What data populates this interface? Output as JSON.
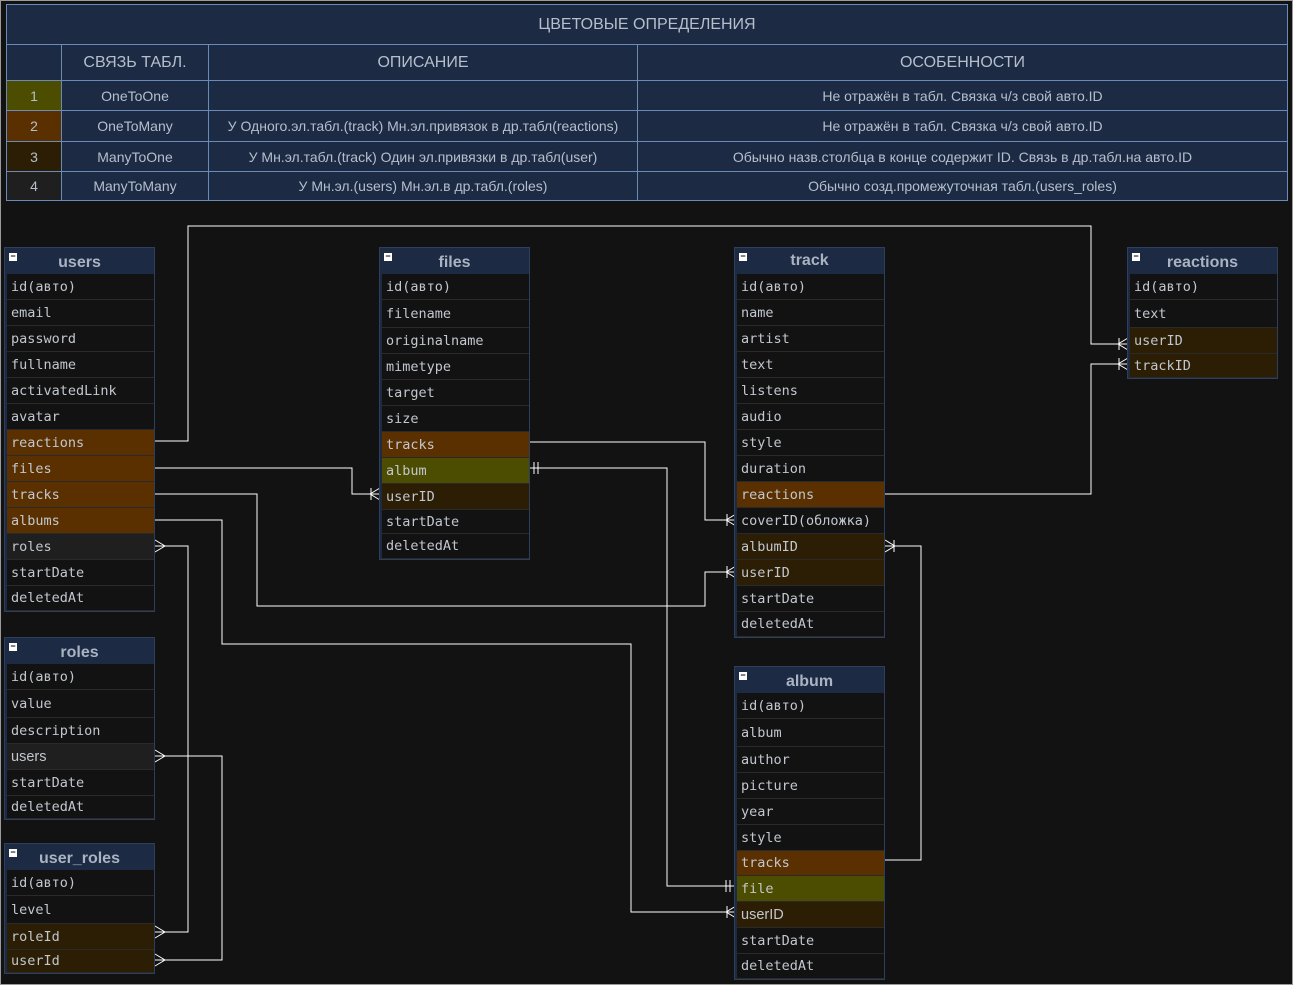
{
  "colors": {
    "background": "#121212",
    "table_header": "#1d2a44",
    "one_to_one": "#4c4d00",
    "one_to_many": "#5a3000",
    "many_to_one": "#2b1e05",
    "many_to_many": "#1f1f1f",
    "line": "#ffffff"
  },
  "legend": {
    "title": "ЦВЕТОВЫЕ ОПРЕДЕЛЕНИЯ",
    "headers": [
      "",
      "СВЯЗЬ ТАБЛ.",
      "ОПИСАНИЕ",
      "ОСОБЕННОСТИ"
    ],
    "rows": [
      {
        "num": "1",
        "relation": "OneToOne",
        "description": "",
        "features": "Не отражён в табл. Связка ч/з свой авто.ID"
      },
      {
        "num": "2",
        "relation": "OneToMany",
        "description": "У Одного.эл.табл.(track) Мн.эл.привязок в др.табл(reactions)",
        "features": "Не отражён в табл. Связка ч/з свой авто.ID"
      },
      {
        "num": "3",
        "relation": "ManyToOne",
        "description": "У Мн.эл.табл.(track) Один эл.привязки в др.табл(user)",
        "features": "Обычно назв.столбца в конце содержит ID. Связь в др.табл.на авто.ID"
      },
      {
        "num": "4",
        "relation": "ManyToMany",
        "description": "У Мн.эл.(users) Мн.эл.в др.табл.(roles)",
        "features": "Обычно созд.промежуточная табл.(users_roles)"
      }
    ]
  },
  "tables": {
    "users": {
      "name": "users",
      "fields": [
        "id(авто)",
        "email",
        "password",
        "fullname",
        "activatedLink",
        "avatar",
        "reactions",
        "files",
        "tracks",
        "albums",
        "roles",
        "startDate",
        "deletedAt"
      ]
    },
    "files": {
      "name": "files",
      "fields": [
        "id(авто)",
        "filename",
        "originalname",
        "mimetype",
        "target",
        "size",
        "tracks",
        "album",
        "userID",
        "startDate",
        "deletedAt"
      ]
    },
    "track": {
      "name": "track",
      "fields": [
        "id(авто)",
        "name",
        "artist",
        "text",
        "listens",
        "audio",
        "style",
        "duration",
        "reactions",
        "coverID(обложка)",
        "albumID",
        "userID",
        "startDate",
        "deletedAt"
      ]
    },
    "reactions": {
      "name": "reactions",
      "fields": [
        "id(авто)",
        "text",
        "userID",
        "trackID"
      ]
    },
    "roles": {
      "name": "roles",
      "fields": [
        "id(авто)",
        "value",
        "description",
        "users",
        "startDate",
        "deletedAt"
      ]
    },
    "user_roles": {
      "name": "user_roles",
      "fields": [
        "id(авто)",
        "level",
        "roleId",
        "userId"
      ]
    },
    "album": {
      "name": "album",
      "fields": [
        "id(авто)",
        "album",
        "author",
        "picture",
        "year",
        "style",
        "tracks",
        "file",
        "userID",
        "startDate",
        "deletedAt"
      ]
    }
  }
}
